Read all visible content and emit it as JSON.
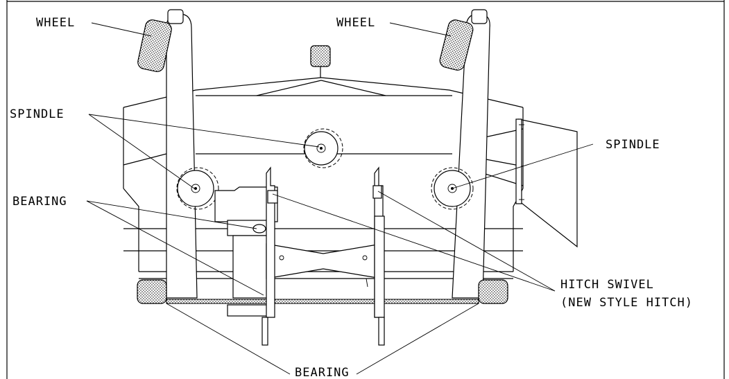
{
  "labels": {
    "wheel_left": "WHEEL",
    "wheel_right": "WHEEL",
    "spindle_left": "SPINDLE",
    "spindle_right": "SPINDLE",
    "bearing_left": "BEARING",
    "hitch_swivel_line1": "HITCH SWIVEL",
    "hitch_swivel_line2": "(NEW STYLE HITCH)",
    "bearing_bottom": "BEARING"
  }
}
